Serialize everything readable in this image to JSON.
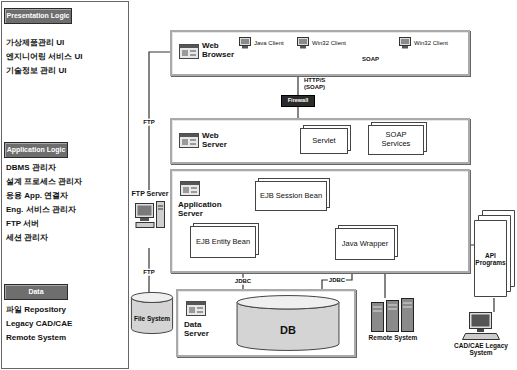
{
  "diagram": {
    "nodes": [
      {
        "text": [
          "Presentation Logic"
        ]
      },
      {
        "text": [
          "Application Logic"
        ]
      },
      {
        "text": [
          "Data"
        ]
      },
      {
        "text": [
          "Web Browser"
        ]
      },
      {
        "text": [
          "Java Client"
        ],
        "in": 3
      },
      {
        "text": [
          "Win32 Client"
        ],
        "in": 3
      },
      {
        "text": [
          "Win32 Client"
        ],
        "in": 3
      },
      {
        "text": [
          "Firewall"
        ]
      },
      {
        "text": [
          "Web Server"
        ]
      },
      {
        "text": [
          "Servlet"
        ],
        "in": 8
      },
      {
        "text": [
          "SOAP Services"
        ],
        "in": 8
      },
      {
        "text": [
          "Application Server"
        ]
      },
      {
        "text": [
          "EJB Session Bean"
        ],
        "in": 11
      },
      {
        "text": [
          "EJB Entity Bean"
        ],
        "in": 11
      },
      {
        "text": [
          "Java Wrapper"
        ],
        "in": 11
      },
      {
        "text": [
          "API Programs"
        ]
      },
      {
        "text": [
          "FTP Server"
        ]
      },
      {
        "text": [
          "File System"
        ]
      },
      {
        "text": [
          "Data Server"
        ]
      },
      {
        "text": [
          "DB"
        ],
        "in": 18
      },
      {
        "text": [
          "Remote System"
        ]
      },
      {
        "text": [
          "CAD/CAE Legacy System"
        ]
      }
    ],
    "edges": [
      {
        "from": 3,
        "to": 7,
        "arrow": "none",
        "label": "HTTP/S (SOAP)"
      },
      {
        "from": 7,
        "to": 8,
        "arrow": "none"
      },
      {
        "from": 3,
        "to": 16,
        "arrow": "none",
        "label": "FTP"
      },
      {
        "from": 16,
        "to": 17,
        "arrow": "none",
        "label": "FTP"
      },
      {
        "from": 13,
        "to": 19,
        "arrow": "none",
        "label": "JDBC"
      },
      {
        "from": 14,
        "to": 19,
        "arrow": "none",
        "label": "JDBC"
      },
      {
        "from": 14,
        "to": 15,
        "arrow": "none"
      },
      {
        "from": 14,
        "to": 20,
        "arrow": "none"
      },
      {
        "from": 15,
        "to": 21,
        "arrow": "none"
      }
    ],
    "labels": [
      "가상제품관리 UI",
      "엔지니어링 서비스 UI",
      "기술정보 관리 UI",
      "DBMS 관리자",
      "설계 프로세스 관리자",
      "응용 App. 연결자",
      "Eng. 서비스 관리자",
      "FTP 서버",
      "세션 관리자",
      "파일 Repository",
      "Legacy CAD/CAE",
      "Remote System",
      "SOAP"
    ]
  }
}
